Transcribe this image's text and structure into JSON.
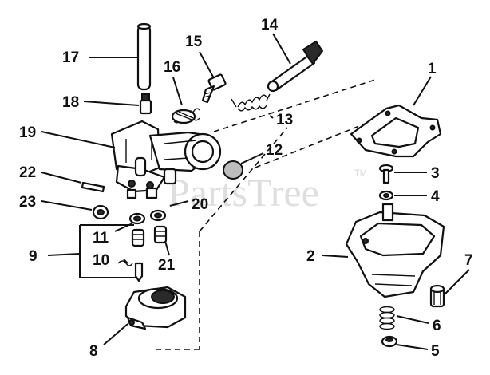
{
  "diagram": {
    "watermark": "PartsTree",
    "watermark_tm": "TM",
    "callouts": {
      "c1": "1",
      "c2": "2",
      "c3": "3",
      "c4": "4",
      "c5": "5",
      "c6": "6",
      "c7": "7",
      "c8": "8",
      "c9": "9",
      "c10": "10",
      "c11": "11",
      "c12": "12",
      "c13": "13",
      "c14": "14",
      "c15": "15",
      "c16": "16",
      "c17": "17",
      "c18": "18",
      "c19": "19",
      "c20": "20",
      "c21": "21",
      "c22": "22",
      "c23": "23"
    }
  }
}
